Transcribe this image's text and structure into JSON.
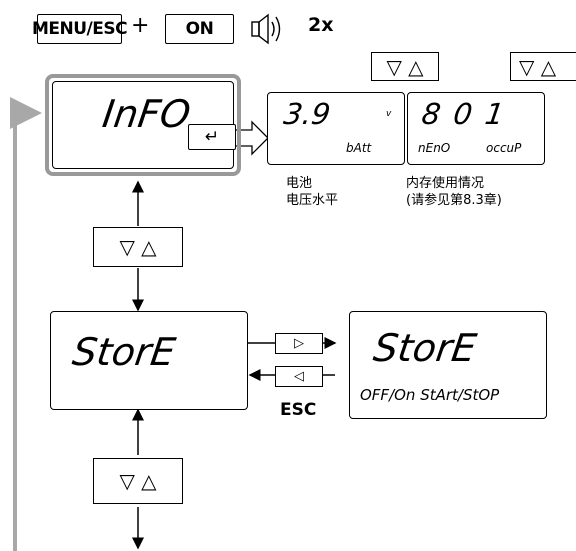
{
  "header": {
    "menu_esc_key": "MENU/ESC",
    "plus_sign": "+",
    "on_key": "ON",
    "beep_icon": "speaker-icon",
    "repeat_count": "2x"
  },
  "info": {
    "display_text": "InFO",
    "enter_key_icon": "enter-return-icon",
    "nav_keys": "▽ △"
  },
  "battery": {
    "value": "3.9",
    "unit": "v",
    "tag": "bAtt",
    "caption_line1": "电池",
    "caption_line2": "电压水平",
    "nav_keys": "▽ △"
  },
  "memory": {
    "value": "8 0 1",
    "tag_left": "nEnO",
    "tag_right": "occuP",
    "caption_line1": "内存使用情况",
    "caption_line2": "(请参见第8.3章)",
    "nav_keys": "▽ △"
  },
  "store": {
    "display_text": "StorE",
    "right_key": "▷",
    "left_key": "◁",
    "esc_label": "ESC",
    "sub_display_text": "StorE",
    "sub_options": "OFF/On  StArt/StOP",
    "nav_keys_top": "▽ △",
    "nav_keys_bottom": "▽ △"
  },
  "colors": {
    "highlight_border": "#999999",
    "return_line": "#a8a8a8",
    "line": "#000000"
  }
}
